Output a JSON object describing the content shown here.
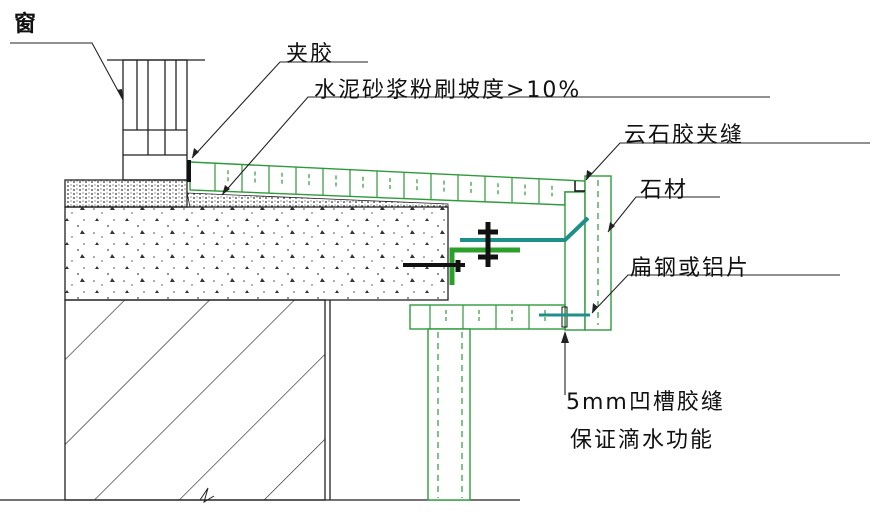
{
  "labels": {
    "window": "窗",
    "clamp_glue": "夹胶",
    "mortar": "水泥砂浆粉刷坡度>10%",
    "marble_glue_joint": "云石胶夹缝",
    "stone": "石材",
    "flat_steel": "扁钢或铝片",
    "groove_joint": "5mm凹槽胶缝",
    "drip_function": "保证滴水功能"
  },
  "colors": {
    "stone": "#2e9a3a",
    "bracket": "#1f8f8a",
    "anchor": "#111111"
  }
}
